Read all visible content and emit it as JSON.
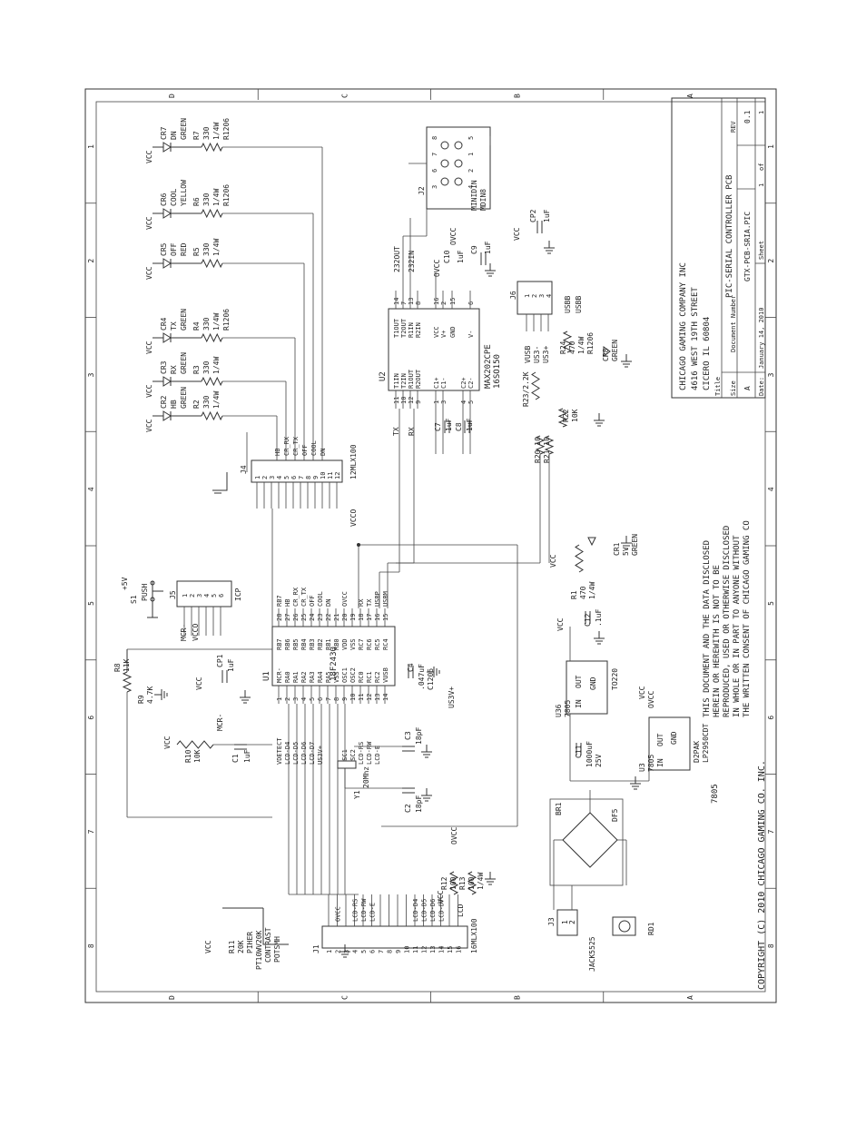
{
  "title_block": {
    "company": "CHICAGO GAMING COMPANY INC",
    "address": "4616 WEST 19TH STREET",
    "city": "CICERO IL 60804",
    "title_label": "Title",
    "title": "PIC-SERIAL CONTROLLER PCB",
    "size_label": "Size",
    "size": "A",
    "docnum_label": "Document Number",
    "docnum": "GTX-PCB-SRIA.PIC",
    "rev_label": "REV",
    "rev": "0.1",
    "date_label": "Date:",
    "date": "January 14, 2010",
    "sheet_label": "Sheet",
    "sheet": "1",
    "of": "of",
    "sheets": "1"
  },
  "border": {
    "cols": [
      "1",
      "2",
      "3",
      "4",
      "5",
      "6",
      "7",
      "8"
    ],
    "rows": [
      "D",
      "C",
      "B",
      "A"
    ]
  },
  "notice": [
    "THIS DOCUMENT AND THE DATA DISCLOSED",
    "HEREIN OR HEREWITH IS NOT TO BE",
    "REPRODUCED, USED OR OTHERWISE DISCLOSED",
    "IN WHOLE OR IN PART TO ANYONE WITHOUT",
    "THE WRITTEN CONSENT OF CHICAGO GAMING CO"
  ],
  "copyright": "COPYRIGHT (C) 2010 CHICAGO GAMING CO. INC.",
  "leds": [
    {
      "ref": "CR7",
      "fn": "DN",
      "color": "GREEN",
      "r": "R7",
      "val": "330",
      "watt": "1/4W",
      "pkg": "R1206"
    },
    {
      "ref": "CR6",
      "fn": "COOL",
      "color": "YELLOW",
      "r": "R6",
      "val": "330",
      "watt": "1/4W",
      "pkg": "R1206"
    },
    {
      "ref": "CR5",
      "fn": "OFF",
      "color": "RED",
      "r": "R5",
      "val": "330",
      "watt": "1/4W",
      "pkg": ""
    },
    {
      "ref": "CR4",
      "fn": "TX",
      "color": "GREEN",
      "r": "R4",
      "val": "330",
      "watt": "1/4W",
      "pkg": "R1206"
    },
    {
      "ref": "CR3",
      "fn": "RX",
      "color": "GREEN",
      "r": "R3",
      "val": "330",
      "watt": "1/4W",
      "pkg": ""
    },
    {
      "ref": "CR2",
      "fn": "HB",
      "color": "GREEN",
      "r": "R2",
      "val": "330",
      "watt": "1/4W",
      "pkg": ""
    }
  ],
  "vcc": "VCC",
  "ovcc": "OVCC",
  "j4": {
    "ref": "J4",
    "part": "12MLX100",
    "nets": [
      "HB",
      "CR_RX",
      "CR_TX",
      "OFF",
      "COOL",
      "DN"
    ],
    "pins": [
      "1",
      "2",
      "3",
      "4",
      "5",
      "6",
      "7",
      "8",
      "9",
      "10",
      "11",
      "12"
    ],
    "vcc": "VCCO"
  },
  "j5": {
    "ref": "J5",
    "pins": [
      "1",
      "2",
      "3",
      "4",
      "5",
      "6"
    ],
    "icp": "ICP",
    "mcr": "MCR-",
    "vcco": "VCCO"
  },
  "s1": {
    "ref": "S1",
    "label": "PUSH",
    "plus5": "+5V"
  },
  "r8": {
    "ref": "R8",
    "val": "11K"
  },
  "r9": {
    "ref": "R9",
    "val": "4.7K"
  },
  "r10": {
    "ref": "R10",
    "val": "10K",
    "net": "MCR-"
  },
  "cp1": {
    "ref": "CP1",
    "val": "1uF"
  },
  "c1": {
    "ref": "C1",
    "val": "1uF"
  },
  "u1": {
    "ref": "U1",
    "part": "18F2430",
    "left_pins": [
      "MCR-",
      "RA0",
      "RA1",
      "RA2",
      "RA3",
      "RA4",
      "RA5",
      "VSS",
      "OSC1",
      "OSC2",
      "RC0",
      "RC1",
      "RC2",
      "VUSB"
    ],
    "right_pins": [
      "RB7",
      "RB6",
      "RB5",
      "RB4",
      "RB3",
      "RB2",
      "RB1",
      "RB0",
      "VDD",
      "VSS",
      "RC7",
      "RC6",
      "RC5",
      "RC4"
    ],
    "left_nums": [
      "1",
      "2",
      "3",
      "4",
      "5",
      "6",
      "7",
      "8",
      "9",
      "10",
      "11",
      "12",
      "13",
      "14"
    ],
    "right_nums": [
      "28",
      "27",
      "26",
      "25",
      "24",
      "23",
      "22",
      "21",
      "20",
      "19",
      "18",
      "17",
      "16",
      "15"
    ],
    "left_nets": [
      "VDETECT",
      "LCD-D4",
      "LCD-D5",
      "LCD-D6",
      "LCD-D7",
      "US3V+",
      "",
      "",
      "OSC1",
      "OSC2",
      "LCD-RS",
      "LCD-RW",
      "LCD-E",
      ""
    ],
    "right_nets": [
      "RB7",
      "HB",
      "CR_RX",
      "CR_TX",
      "OFF",
      "COOL",
      "DN",
      "",
      "OVCC",
      "",
      "RX",
      "TX",
      "USBP",
      "USBM"
    ]
  },
  "c4": {
    "ref": "C4",
    "val": ".047uF",
    "pkg": "C1206",
    "net": "US3V+"
  },
  "y1": {
    "ref": "Y1",
    "val": "20Mhz"
  },
  "c3": {
    "ref": "C3",
    "val": "18pF"
  },
  "c2": {
    "ref": "C2",
    "val": "18pF"
  },
  "u2": {
    "ref": "U2",
    "part": "MAX202CPE",
    "pkg": "16SO150",
    "left_pins": [
      "T1IN",
      "T2IN",
      "R1OUT",
      "R2OUT",
      "C1+",
      "C1-",
      "C2+",
      "C2-"
    ],
    "left_nums": [
      "11",
      "10",
      "12",
      "9",
      "1",
      "3",
      "4",
      "5"
    ],
    "right_pins": [
      "T1OUT",
      "T2OUT",
      "R1IN",
      "R2IN",
      "VCC",
      "V+",
      "GND",
      "V-"
    ],
    "right_nums": [
      "14",
      "7",
      "13",
      "8",
      "16",
      "2",
      "15",
      "6"
    ],
    "nets": [
      "TX",
      "RX",
      "232OUT",
      "232IN"
    ]
  },
  "c7": {
    "ref": "C7",
    "val": "1uF"
  },
  "c8": {
    "ref": "C8",
    "val": "1uF"
  },
  "c9": {
    "ref": "C9",
    "val": "1uF"
  },
  "c10": {
    "ref": "C10",
    "val": "1uF"
  },
  "j2": {
    "ref": "J2",
    "part": "MINIDIN",
    "pkg": "MDIN8",
    "pins": [
      "8",
      "7",
      "6",
      "3",
      "5",
      "1",
      "2",
      "4"
    ]
  },
  "j6": {
    "ref": "J6",
    "pins": [
      "1",
      "2",
      "3",
      "4"
    ],
    "part": "USBB",
    "pkg": "USBB",
    "nets": [
      "VUSB",
      "US3-",
      "US3+"
    ]
  },
  "cp2": {
    "ref": "CP2",
    "val": "1uF"
  },
  "r22": {
    "ref": "R22",
    "val": "10K"
  },
  "r23": {
    "ref": "R23",
    "val": "2.2K"
  },
  "r20": {
    "ref": "R20",
    "val": "10"
  },
  "r21": {
    "ref": "R21",
    "val": "10"
  },
  "r24": {
    "ref": "R24",
    "val": "470",
    "watt": "1/4W",
    "pkg": "R1206"
  },
  "cr8": {
    "ref": "CR8",
    "color": "GREEN"
  },
  "cr1": {
    "ref": "CR1",
    "fn": "5V",
    "color": "GREEN"
  },
  "r1": {
    "ref": "R1",
    "val": "470",
    "watt": "1/4W"
  },
  "c12": {
    "ref": "C12",
    "val": ".1uF"
  },
  "u36": {
    "ref": "U36",
    "part": "7805",
    "pkg": "TO220",
    "pins": [
      "IN",
      "OUT"
    ],
    "gnd": "GND"
  },
  "u3": {
    "ref": "U3",
    "part": "7805",
    "pkg": "D2PAK",
    "alt": "LP2950CDT",
    "pins": [
      "IN",
      "OUT"
    ],
    "gnd": "GND"
  },
  "c11": {
    "ref": "C11",
    "val": "1000uF",
    "volt": "25V"
  },
  "br1": {
    "ref": "BR1",
    "part": "DF5"
  },
  "j3": {
    "ref": "J3",
    "part": "JACK5525",
    "pins": [
      "1",
      "2"
    ]
  },
  "rd1": {
    "ref": "RD1"
  },
  "r11": {
    "ref": "R11",
    "val": "20K",
    "desc": "PIHER",
    "part": "PT10WV20K",
    "fn": "CONTRAST",
    "kind": "POTSMH"
  },
  "r12": {
    "ref": "R12",
    "val": "100"
  },
  "r13": {
    "ref": "R13",
    "val": "100",
    "watt": "1/4W"
  },
  "j1": {
    "ref": "J1",
    "part": "16MLX100",
    "label": "LCD",
    "pins": [
      "1",
      "2",
      "3",
      "4",
      "5",
      "6",
      "7",
      "8",
      "9",
      "10",
      "11",
      "12",
      "13",
      "14",
      "15",
      "16"
    ],
    "nets": [
      "",
      "OVCC",
      "",
      "LCD-RS",
      "LCD-RW",
      "LCD-E",
      "",
      "",
      "",
      "",
      "LCD-D4",
      "LCD-D5",
      "LCD-D6",
      "LCD-D7",
      "",
      ""
    ]
  }
}
